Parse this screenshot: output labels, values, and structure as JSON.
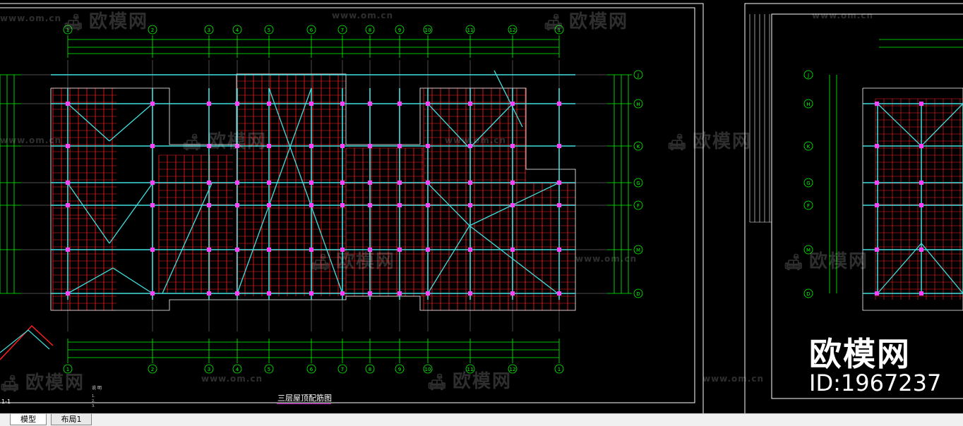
{
  "watermark": {
    "brand": "欧模网",
    "url": "www.om.cn",
    "id_label": "ID:1967237"
  },
  "drawing": {
    "title": "三层屋顶配筋图",
    "notes_title": "说 明",
    "note_lines": [
      "1.",
      "2.",
      "3."
    ],
    "section_mark": "1-1",
    "axis_numbers": [
      "1",
      "2",
      "3",
      "4",
      "5",
      "6",
      "7",
      "8",
      "9",
      "10",
      "11",
      "12"
    ],
    "axis_letters": [
      "J",
      "H",
      "K",
      "G",
      "F",
      "M",
      "D"
    ]
  },
  "tabs": [
    {
      "label": "模型",
      "active": true
    },
    {
      "label": "布局1",
      "active": false
    }
  ],
  "colors": {
    "background": "#000000",
    "dimension": "#00ff00",
    "beam": "#40e0e0",
    "rebar": "#ff2020",
    "column": "#ff40ff",
    "text": "#ffffff"
  }
}
